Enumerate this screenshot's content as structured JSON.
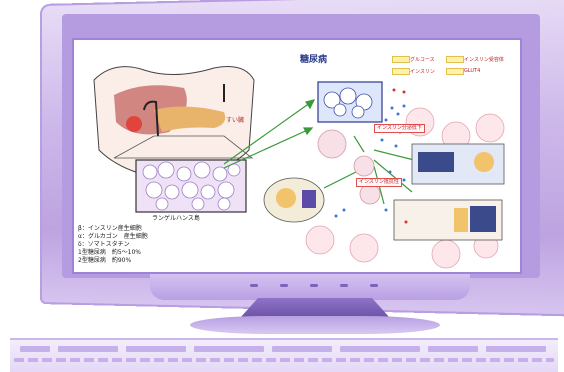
{
  "diagram": {
    "title": "糖尿病",
    "organ_label": "すい臓",
    "islet_label": "ランゲルハンス島",
    "tag_insulin_deficiency": "インスリン分泌低下",
    "tag_insulin_resistance": "インスリン抵抗性",
    "legend": [
      {
        "text": "グルコース"
      },
      {
        "text": "インスリン"
      },
      {
        "text": "インスリン受容体"
      },
      {
        "text": "GLUT4"
      }
    ],
    "notes": [
      "β：インスリン産生細胞",
      "α：グルカゴン　産生細胞",
      "δ：ソマトスタチン",
      "1型糖尿病　約5〜10%",
      "2型糖尿病　約90%"
    ]
  },
  "colors": {
    "bezel": "#c9b3ea",
    "screen_border": "#9f83d6",
    "arrow": "#3a9a3a",
    "tag_red": "#e05050",
    "title_blue": "#2a3a8a"
  }
}
